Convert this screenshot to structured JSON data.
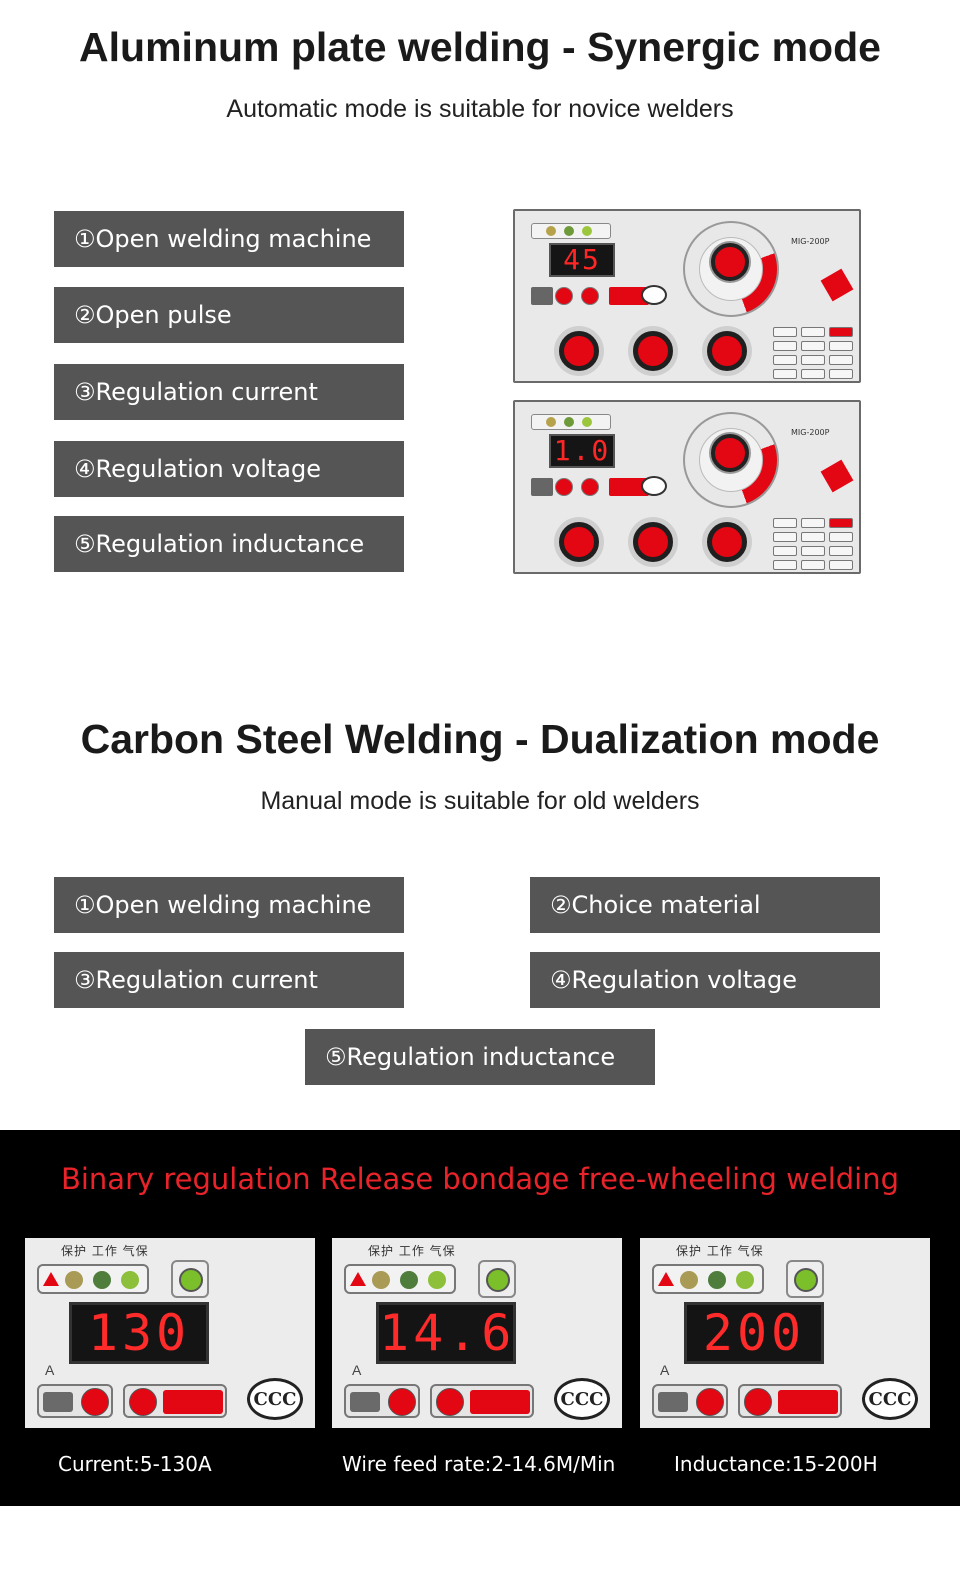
{
  "section1": {
    "title": "Aluminum plate welding - Synergic mode",
    "subtitle": "Automatic mode is suitable for novice welders",
    "steps": [
      "①Open welding machine",
      "②Open pulse",
      "③Regulation current",
      "④Regulation voltage",
      "⑤Regulation inductance"
    ],
    "panels": [
      {
        "display": "45",
        "model": "MIG-200P"
      },
      {
        "display": "1.0",
        "model": "MIG-200P"
      }
    ]
  },
  "section2": {
    "title": "Carbon Steel Welding - Dualization mode",
    "subtitle": "Manual mode is suitable for old welders",
    "steps": [
      "①Open welding machine",
      "②Choice material",
      "③Regulation current",
      "④Regulation voltage",
      "⑤Regulation inductance"
    ]
  },
  "banner": {
    "title": "Binary regulation Release bondage free-wheeling welding",
    "panels": [
      {
        "display": "130",
        "caption": "Current:5-130A"
      },
      {
        "display": "14.6",
        "caption": "Wire feed rate:2-14.6M/Min"
      },
      {
        "display": "200",
        "caption": "Inductance:15-200H"
      }
    ],
    "panel_label": "保护 工作 气保",
    "unit_label": "A",
    "ccc_mark": "CCC"
  },
  "colors": {
    "accent_red": "#e30613",
    "step_bg": "#555555",
    "banner_bg": "#000000",
    "banner_title": "#e8232a"
  }
}
